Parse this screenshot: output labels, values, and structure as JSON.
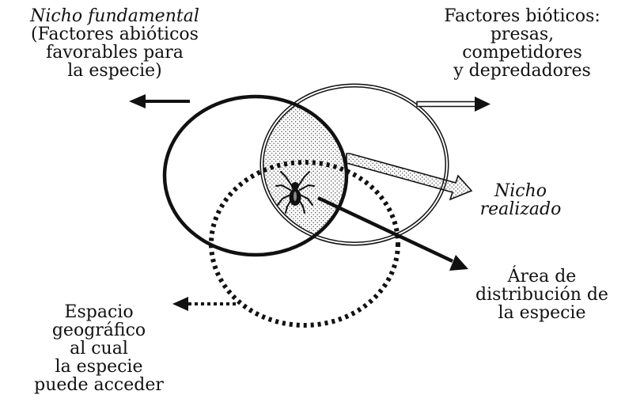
{
  "labels": {
    "fundamental": {
      "lines": [
        "Nicho fundamental",
        "(Factores abióticos",
        "favorables para",
        "la especie)"
      ]
    },
    "bioticos": {
      "lines": [
        "Factores bióticos:",
        "presas,",
        "competidores",
        "y depredadores"
      ]
    },
    "realizado": {
      "lines": [
        "Nicho",
        "realizado"
      ]
    },
    "distribucion": {
      "lines": [
        "Área de",
        "distribución de",
        "la especie"
      ]
    },
    "espacio": {
      "lines": [
        "Espacio",
        "geográfico",
        "al cual",
        "la especie",
        "puede acceder"
      ]
    }
  },
  "icons": {
    "organism": "spider-icon"
  },
  "colors": {
    "ink": "#111111",
    "background": "#ffffff"
  }
}
